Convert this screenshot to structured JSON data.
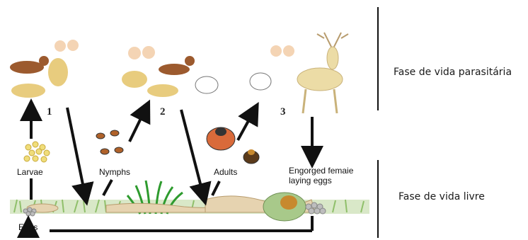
{
  "stages": {
    "one": "1",
    "two": "2",
    "three": "3"
  },
  "labels": {
    "larvae": "Larvae",
    "nymphs": "Nymphs",
    "adults": "Adults",
    "eggs": "Eggs",
    "engorged_line1": "Engorged femaie",
    "engorged_line2": "laying eggs"
  },
  "side_labels": {
    "parasitic": "Fase de vida parasitária",
    "free": "Fase de vida livre"
  }
}
